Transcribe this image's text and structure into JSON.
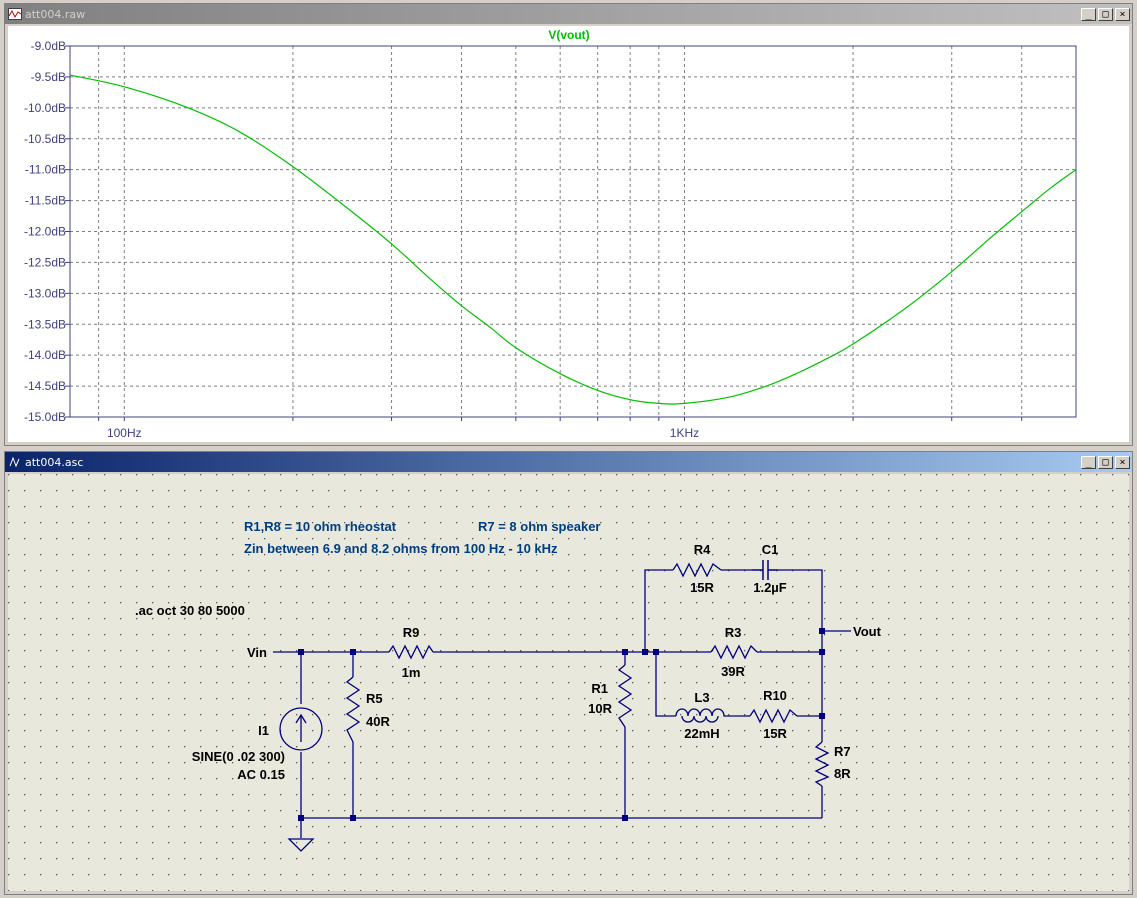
{
  "plot_window": {
    "title": "att004.raw",
    "buttons": {
      "minimize": "_",
      "restore": "□",
      "close": "×"
    }
  },
  "schematic_window": {
    "title": "att004.asc",
    "buttons": {
      "minimize": "_",
      "restore": "□",
      "close": "×"
    }
  },
  "colors": {
    "trace": "#00c000",
    "wire": "#000080",
    "comment": "#003d80",
    "grid": "#808080",
    "plot_bg": "#ffffff",
    "schematic_bg": "#e8e8dc"
  },
  "chart_data": {
    "type": "line",
    "title": "V(vout)",
    "x_scale": "log",
    "x_range_hz": [
      80,
      5000
    ],
    "ylim": [
      -15.0,
      -9.0
    ],
    "y_ticks": [
      "-9.0dB",
      "-9.5dB",
      "-10.0dB",
      "-10.5dB",
      "-11.0dB",
      "-11.5dB",
      "-12.0dB",
      "-12.5dB",
      "-13.0dB",
      "-13.5dB",
      "-14.0dB",
      "-14.5dB",
      "-15.0dB"
    ],
    "x_tick_labels": [
      {
        "freq": 100,
        "label": "100Hz"
      },
      {
        "freq": 1000,
        "label": "1KHz"
      }
    ],
    "grid": true,
    "series": [
      {
        "name": "V(vout)",
        "points": [
          [
            80,
            -9.47
          ],
          [
            100,
            -9.66
          ],
          [
            130,
            -10.0
          ],
          [
            160,
            -10.38
          ],
          [
            200,
            -10.95
          ],
          [
            250,
            -11.62
          ],
          [
            300,
            -12.2
          ],
          [
            350,
            -12.75
          ],
          [
            400,
            -13.2
          ],
          [
            450,
            -13.55
          ],
          [
            500,
            -13.88
          ],
          [
            600,
            -14.3
          ],
          [
            700,
            -14.57
          ],
          [
            800,
            -14.72
          ],
          [
            900,
            -14.78
          ],
          [
            1000,
            -14.78
          ],
          [
            1200,
            -14.68
          ],
          [
            1400,
            -14.5
          ],
          [
            1600,
            -14.28
          ],
          [
            1800,
            -14.05
          ],
          [
            2000,
            -13.82
          ],
          [
            2500,
            -13.22
          ],
          [
            3000,
            -12.65
          ],
          [
            3500,
            -12.12
          ],
          [
            4000,
            -11.68
          ],
          [
            4500,
            -11.3
          ],
          [
            5000,
            -11.0
          ]
        ]
      }
    ]
  },
  "schematic": {
    "comment_line1a": "R1,R8 = 10 ohm rheostat",
    "comment_line1b": "R7 = 8 ohm speaker",
    "comment_line2": "Zin between 6.9 and  8.2 ohms from 100 Hz - 10 kHz",
    "directive": ".ac oct 30 80 5000",
    "net_vin": "Vin",
    "net_vout": "Vout",
    "components": {
      "R9": {
        "name": "R9",
        "value": "1m"
      },
      "R5": {
        "name": "R5",
        "value": "40R"
      },
      "I1": {
        "name": "I1",
        "value": "SINE(0 .02 300)",
        "value2": "AC 0.15"
      },
      "R1": {
        "name": "R1",
        "value": "10R"
      },
      "R4": {
        "name": "R4",
        "value": "15R"
      },
      "C1": {
        "name": "C1",
        "value": "1.2µF"
      },
      "R3": {
        "name": "R3",
        "value": "39R"
      },
      "L3": {
        "name": "L3",
        "value": "22mH"
      },
      "R10": {
        "name": "R10",
        "value": "15R"
      },
      "R7": {
        "name": "R7",
        "value": "8R"
      }
    }
  }
}
